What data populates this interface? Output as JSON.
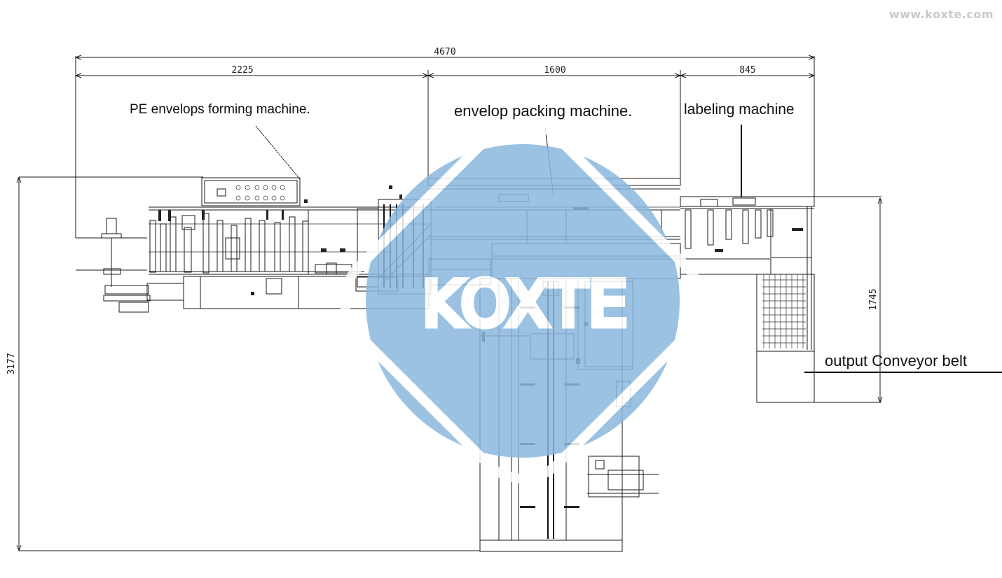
{
  "watermark": {
    "website": "www.koxte.com",
    "logo_text": "KOXTE",
    "color": "#8ab8de"
  },
  "dimensions": {
    "total_length": "4670",
    "forming_length": "2225",
    "packing_length": "1600",
    "labeling_length": "845",
    "total_width": "3177",
    "conveyor_width": "1745"
  },
  "labels": {
    "forming_machine": "PE envelops forming machine.",
    "packing_machine": "envelop packing machine.",
    "labeling_machine": "labeling machine",
    "output_conveyor": "output Conveyor belt"
  },
  "colors": {
    "line": "#1a1a1a",
    "background": "#ffffff"
  }
}
